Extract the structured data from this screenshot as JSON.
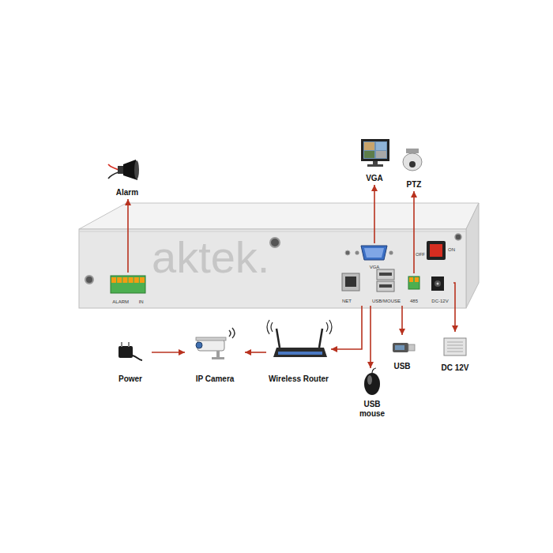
{
  "diagram": {
    "nodes": [
      {
        "text": [
          "Alarm"
        ]
      },
      {
        "text": [
          "VGA"
        ]
      },
      {
        "text": [
          "PTZ"
        ]
      },
      {
        "text": [
          "ALARM",
          "IN"
        ]
      },
      {
        "text": [
          "VGA"
        ]
      },
      {
        "text": [
          "NET"
        ]
      },
      {
        "text": [
          "USB/MOUSE"
        ]
      },
      {
        "text": [
          "485"
        ]
      },
      {
        "text": [
          "DC-12V"
        ]
      },
      {
        "text": [
          "Power"
        ]
      },
      {
        "text": [
          "IP Camera"
        ]
      },
      {
        "text": [
          "Wireless Router"
        ]
      },
      {
        "text": [
          "USB"
        ]
      },
      {
        "text": [
          "USB mouse"
        ]
      },
      {
        "text": [
          "DC 12V"
        ]
      }
    ],
    "edges": [
      {
        "from": 3,
        "to": 0,
        "arrow": "to"
      },
      {
        "from": 4,
        "to": 1,
        "arrow": "to"
      },
      {
        "from": 7,
        "to": 2,
        "arrow": "to"
      },
      {
        "from": 9,
        "to": 10,
        "arrow": "to"
      },
      {
        "from": 11,
        "to": 10,
        "arrow": "to"
      },
      {
        "from": 5,
        "to": 11,
        "arrow": "to"
      },
      {
        "from": 6,
        "to": 13,
        "arrow": "to"
      },
      {
        "from": 6,
        "to": 12,
        "arrow": "to"
      },
      {
        "from": 8,
        "to": 14,
        "arrow": "to"
      }
    ],
    "labels": [
      "OFF",
      "ON",
      "aktek."
    ]
  }
}
